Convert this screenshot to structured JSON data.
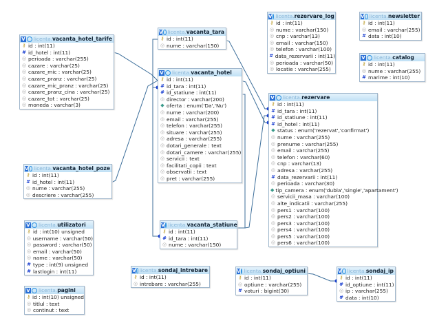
{
  "db": "licenta.",
  "tables": [
    {
      "id": "vacanta_hotel_tarife",
      "name": "vacanta_hotel_tarife",
      "cols": [
        [
          "key",
          "id : int(11)"
        ],
        [
          "fk",
          "id_hotel : int(11)"
        ],
        [
          "col",
          "perioada : varchar(255)"
        ],
        [
          "col",
          "cazare : varchar(25)"
        ],
        [
          "col",
          "cazare_mic : varchar(25)"
        ],
        [
          "col",
          "cazare_pranz : varchar(25)"
        ],
        [
          "col",
          "cazare_mic_pranz : varchar(25)"
        ],
        [
          "col",
          "cazare_pranz_cina : varchar(25)"
        ],
        [
          "col",
          "cazare_tot : varchar(25)"
        ],
        [
          "col",
          "moneda : varchar(3)"
        ]
      ]
    },
    {
      "id": "vacanta_tara",
      "name": "vacanta_tara",
      "cols": [
        [
          "key",
          "id : int(11)"
        ],
        [
          "col",
          "nume : varchar(150)"
        ]
      ]
    },
    {
      "id": "vacanta_hotel",
      "name": "vacanta_hotel",
      "cols": [
        [
          "key",
          "id : int(11)"
        ],
        [
          "fk",
          "id_tara : int(11)"
        ],
        [
          "fk",
          "id_statiune : int(11)"
        ],
        [
          "col",
          "director : varchar(200)"
        ],
        [
          "enum",
          "oferta : enum('Da','Nu')"
        ],
        [
          "col",
          "nume : varchar(200)"
        ],
        [
          "col",
          "email : varchar(255)"
        ],
        [
          "col",
          "telefon : varchar(255)"
        ],
        [
          "col",
          "situare : varchar(255)"
        ],
        [
          "col",
          "adresa : varchar(255)"
        ],
        [
          "col",
          "dotari_generale : text"
        ],
        [
          "col",
          "dotari_camere : varchar(255)"
        ],
        [
          "col",
          "servicii : text"
        ],
        [
          "col",
          "facilitati_copii : text"
        ],
        [
          "col",
          "observatii : text"
        ],
        [
          "col",
          "pret : varchar(255)"
        ]
      ]
    },
    {
      "id": "rezervare_log",
      "name": "rezervare_log",
      "cols": [
        [
          "key",
          "id : int(11)"
        ],
        [
          "col",
          "nume : varchar(150)"
        ],
        [
          "col",
          "cnp : varchar(13)"
        ],
        [
          "col",
          "email : varchar(150)"
        ],
        [
          "col",
          "telefon : varchar(100)"
        ],
        [
          "fk",
          "data_rezervarii : int(11)"
        ],
        [
          "col",
          "perioada : varchar(50)"
        ],
        [
          "col",
          "locatie : varchar(255)"
        ]
      ]
    },
    {
      "id": "newsletter",
      "name": "newsletter",
      "cols": [
        [
          "key",
          "id : int(11)"
        ],
        [
          "col",
          "email : varchar(255)"
        ],
        [
          "fk",
          "data : int(10)"
        ]
      ]
    },
    {
      "id": "catalog",
      "name": "catalog",
      "cols": [
        [
          "key",
          "id : int(11)"
        ],
        [
          "col",
          "nume : varchar(255)"
        ],
        [
          "fk",
          "marime : int(10)"
        ]
      ]
    },
    {
      "id": "rezervare",
      "name": "rezervare",
      "cols": [
        [
          "key",
          "id : int(11)"
        ],
        [
          "fk",
          "id_tara : int(11)"
        ],
        [
          "fk",
          "id_statiune : int(11)"
        ],
        [
          "fk",
          "id_hotel : int(11)"
        ],
        [
          "enum",
          "status : enum('rezervat','confirmat')"
        ],
        [
          "col",
          "nume : varchar(255)"
        ],
        [
          "col",
          "prenume : varchar(255)"
        ],
        [
          "col",
          "email : varchar(255)"
        ],
        [
          "col",
          "telefon : varchar(60)"
        ],
        [
          "col",
          "cnp : varchar(13)"
        ],
        [
          "col",
          "adresa : varchar(255)"
        ],
        [
          "fk",
          "data_rezervarii : int(11)"
        ],
        [
          "col",
          "perioada : varchar(30)"
        ],
        [
          "enum",
          "tip_camera : enum('dubla','single','apartament')"
        ],
        [
          "col",
          "servicii_masa : varchar(100)"
        ],
        [
          "col",
          "alte_indicatii : varchar(255)"
        ],
        [
          "col",
          "pers1 : varchar(100)"
        ],
        [
          "col",
          "pers2 : varchar(100)"
        ],
        [
          "col",
          "pers3 : varchar(100)"
        ],
        [
          "col",
          "pers4 : varchar(100)"
        ],
        [
          "col",
          "pers5 : varchar(100)"
        ],
        [
          "col",
          "pers6 : varchar(100)"
        ]
      ]
    },
    {
      "id": "vacanta_hotel_poze",
      "name": "vacanta_hotel_poze",
      "cols": [
        [
          "key",
          "id : int(11)"
        ],
        [
          "fk",
          "id_hotel : int(11)"
        ],
        [
          "col",
          "nume : varchar(255)"
        ],
        [
          "col",
          "descriere : varchar(255)"
        ]
      ]
    },
    {
      "id": "vacanta_statiune",
      "name": "vacanta_statiune",
      "cols": [
        [
          "key",
          "id : int(11)"
        ],
        [
          "fk",
          "id_tara : int(11)"
        ],
        [
          "col",
          "nume : varchar(150)"
        ]
      ]
    },
    {
      "id": "utilizatori",
      "name": "utilizatori",
      "cols": [
        [
          "key",
          "id : int(10) unsigned"
        ],
        [
          "col",
          "username : varchar(50)"
        ],
        [
          "col",
          "password : varchar(50)"
        ],
        [
          "col",
          "email : varchar(50)"
        ],
        [
          "col",
          "name : varchar(50)"
        ],
        [
          "fk",
          "type : int(9) unsigned"
        ],
        [
          "fk",
          "lastlogin : int(11)"
        ]
      ]
    },
    {
      "id": "pagini",
      "name": "pagini",
      "cols": [
        [
          "key",
          "id : int(10) unsigned"
        ],
        [
          "col",
          "titlul : text"
        ],
        [
          "col",
          "continut : text"
        ]
      ]
    },
    {
      "id": "sondaj_intrebare",
      "name": "sondaj_intrebare",
      "cols": [
        [
          "key",
          "id : int(11)"
        ],
        [
          "col",
          "intrebare : varchar(255)"
        ]
      ]
    },
    {
      "id": "sondaj_optiuni",
      "name": "sondaj_optiuni",
      "cols": [
        [
          "key",
          "id : int(11)"
        ],
        [
          "col",
          "optiune : varchar(255)"
        ],
        [
          "fk",
          "voturi : bigint(30)"
        ]
      ]
    },
    {
      "id": "sondaj_ip",
      "name": "sondaj_ip",
      "cols": [
        [
          "key",
          "id : int(11)"
        ],
        [
          "fk",
          "id_optiune : int(11)"
        ],
        [
          "col",
          "ip : varchar(255)"
        ],
        [
          "fk",
          "data : int(10)"
        ]
      ]
    }
  ],
  "colors": {
    "line": "#3c6e9a",
    "fk": "#1a3fd0",
    "header": "#bfe0f5"
  }
}
